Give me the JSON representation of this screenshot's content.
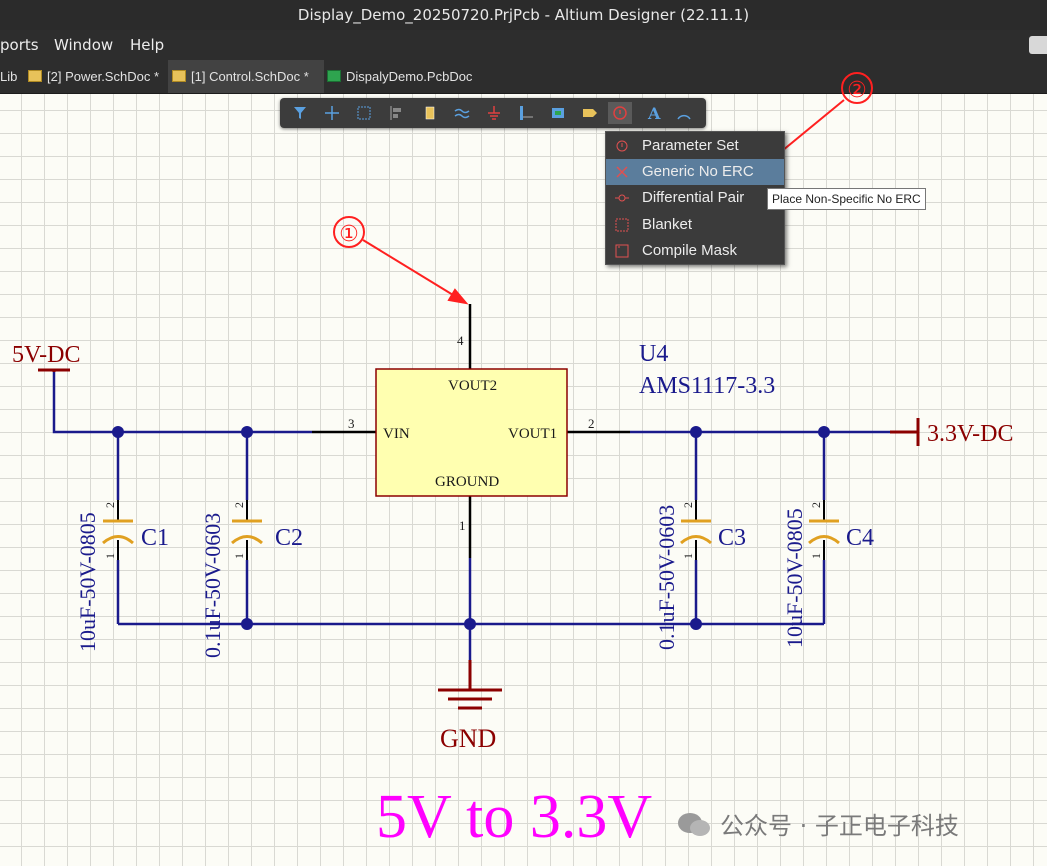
{
  "window": {
    "title": "Display_Demo_20250720.PrjPcb - Altium Designer (22.11.1)"
  },
  "menu": {
    "items": [
      "ports",
      "Window",
      "Help"
    ]
  },
  "tabs": [
    {
      "label": "Lib"
    },
    {
      "label": "[2] Power.SchDoc *"
    },
    {
      "label": "[1] Control.SchDoc *"
    },
    {
      "label": "DispalyDemo.PcbDoc"
    }
  ],
  "toolbar": {
    "buttons": [
      "filter-icon",
      "cross-icon",
      "select-rect-icon",
      "align-icon",
      "component-icon",
      "bus-icon",
      "power-port-icon",
      "harness-icon",
      "sheet-symbol-icon",
      "port-icon",
      "directive-icon",
      "text-icon",
      "arc-icon"
    ]
  },
  "dropdown": {
    "items": [
      {
        "label": "Parameter Set",
        "icon": "parameter-set-icon"
      },
      {
        "label": "Generic No ERC",
        "icon": "no-erc-icon",
        "highlighted": true
      },
      {
        "label": "Differential Pair",
        "icon": "diff-pair-icon"
      },
      {
        "label": "Blanket",
        "icon": "blanket-icon"
      },
      {
        "label": "Compile Mask",
        "icon": "compile-mask-icon"
      }
    ]
  },
  "tooltip": "Place Non-Specific No ERC",
  "annotations": {
    "marker1": "①",
    "marker2": "②"
  },
  "schematic": {
    "ic": {
      "designator": "U4",
      "comment": "AMS1117-3.3",
      "pins": {
        "vin": "VIN",
        "vout1": "VOUT1",
        "vout2": "VOUT2",
        "ground": "GROUND"
      },
      "pin_numbers": {
        "vin": "3",
        "vout1": "2",
        "vout2": "4",
        "ground": "1"
      }
    },
    "ports": {
      "input": "5V-DC",
      "output": "3.3V-DC",
      "gnd": "GND"
    },
    "caps": [
      {
        "designator": "C1",
        "value": "10uF-50V-0805"
      },
      {
        "designator": "C2",
        "value": "0.1uF-50V-0603"
      },
      {
        "designator": "C3",
        "value": "0.1uF-50V-0603"
      },
      {
        "designator": "C4",
        "value": "10uF-50V-0805"
      }
    ],
    "cap_pins": {
      "top": "2",
      "bottom": "1"
    },
    "title_text": "5V to 3.3V"
  },
  "watermark": "公众号 · 子正电子科技",
  "colors": {
    "wire": "#1a1a8c",
    "port": "#8b0000",
    "title": "#ff00ff",
    "cap": "#e0a020",
    "ic_fill": "#ffffb0",
    "arrow": "#ff2020"
  }
}
